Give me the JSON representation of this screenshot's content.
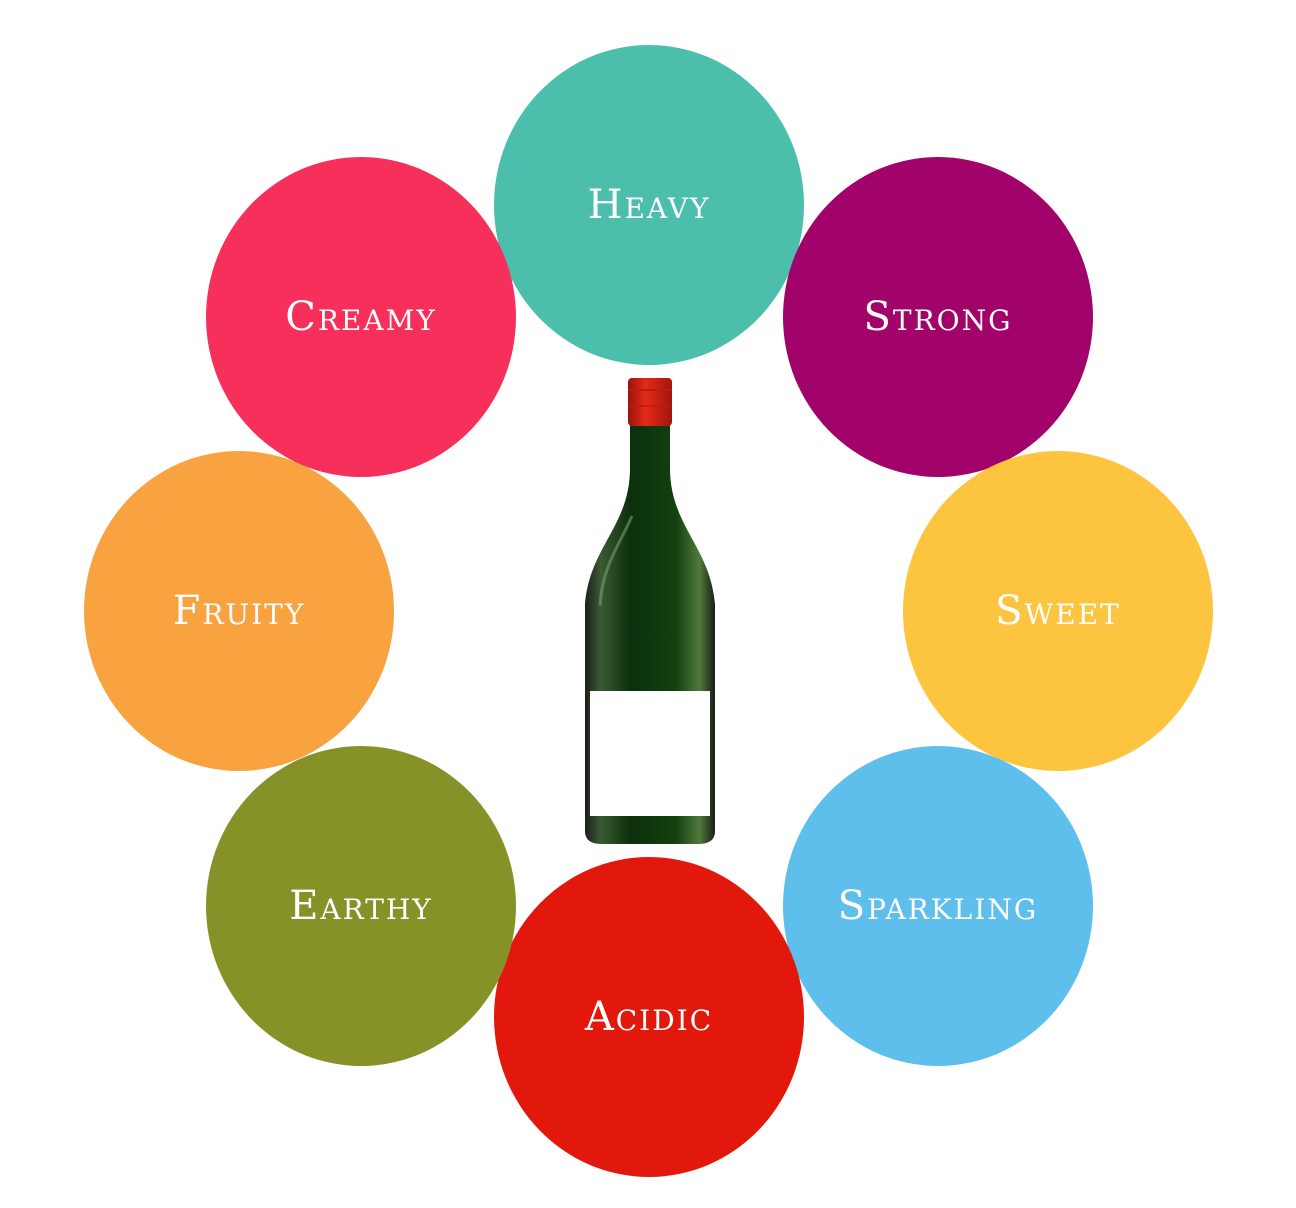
{
  "diagram": {
    "items": [
      {
        "id": "heavy",
        "label": "Heavy",
        "color": "#4bbfac"
      },
      {
        "id": "strong",
        "label": "Strong",
        "color": "#a1036b"
      },
      {
        "id": "sweet",
        "label": "Sweet",
        "color": "#fdc43f"
      },
      {
        "id": "sparkling",
        "label": "Sparkling",
        "color": "#5ebfec"
      },
      {
        "id": "acidic",
        "label": "Acidic",
        "color": "#e2180c"
      },
      {
        "id": "earthy",
        "label": "Earthy",
        "color": "#869227"
      },
      {
        "id": "fruity",
        "label": "Fruity",
        "color": "#f8a240"
      },
      {
        "id": "creamy",
        "label": "Creamy",
        "color": "#f6305a"
      }
    ],
    "center": {
      "icon": "wine-bottle-icon",
      "bottle_color": "#0d3a10",
      "cap_color": "#d81f10",
      "label_color": "#ffffff"
    }
  }
}
